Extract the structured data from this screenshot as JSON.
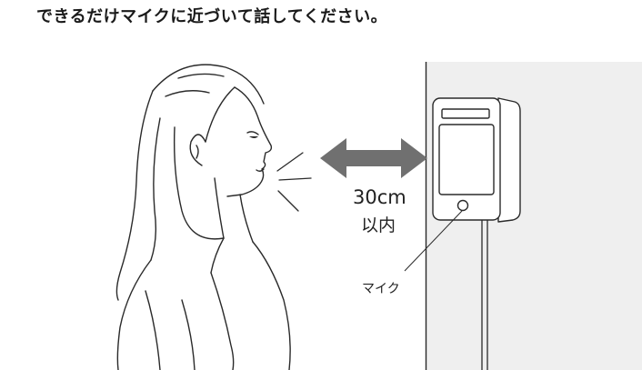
{
  "title": "できるだけマイクに近づいて話してください。",
  "distance": {
    "line1": "30cm",
    "line2": "以内"
  },
  "mic_label": "マイク",
  "colors": {
    "wall": "#efefef",
    "arrow": "#707070",
    "line": "#2a2a2a"
  }
}
